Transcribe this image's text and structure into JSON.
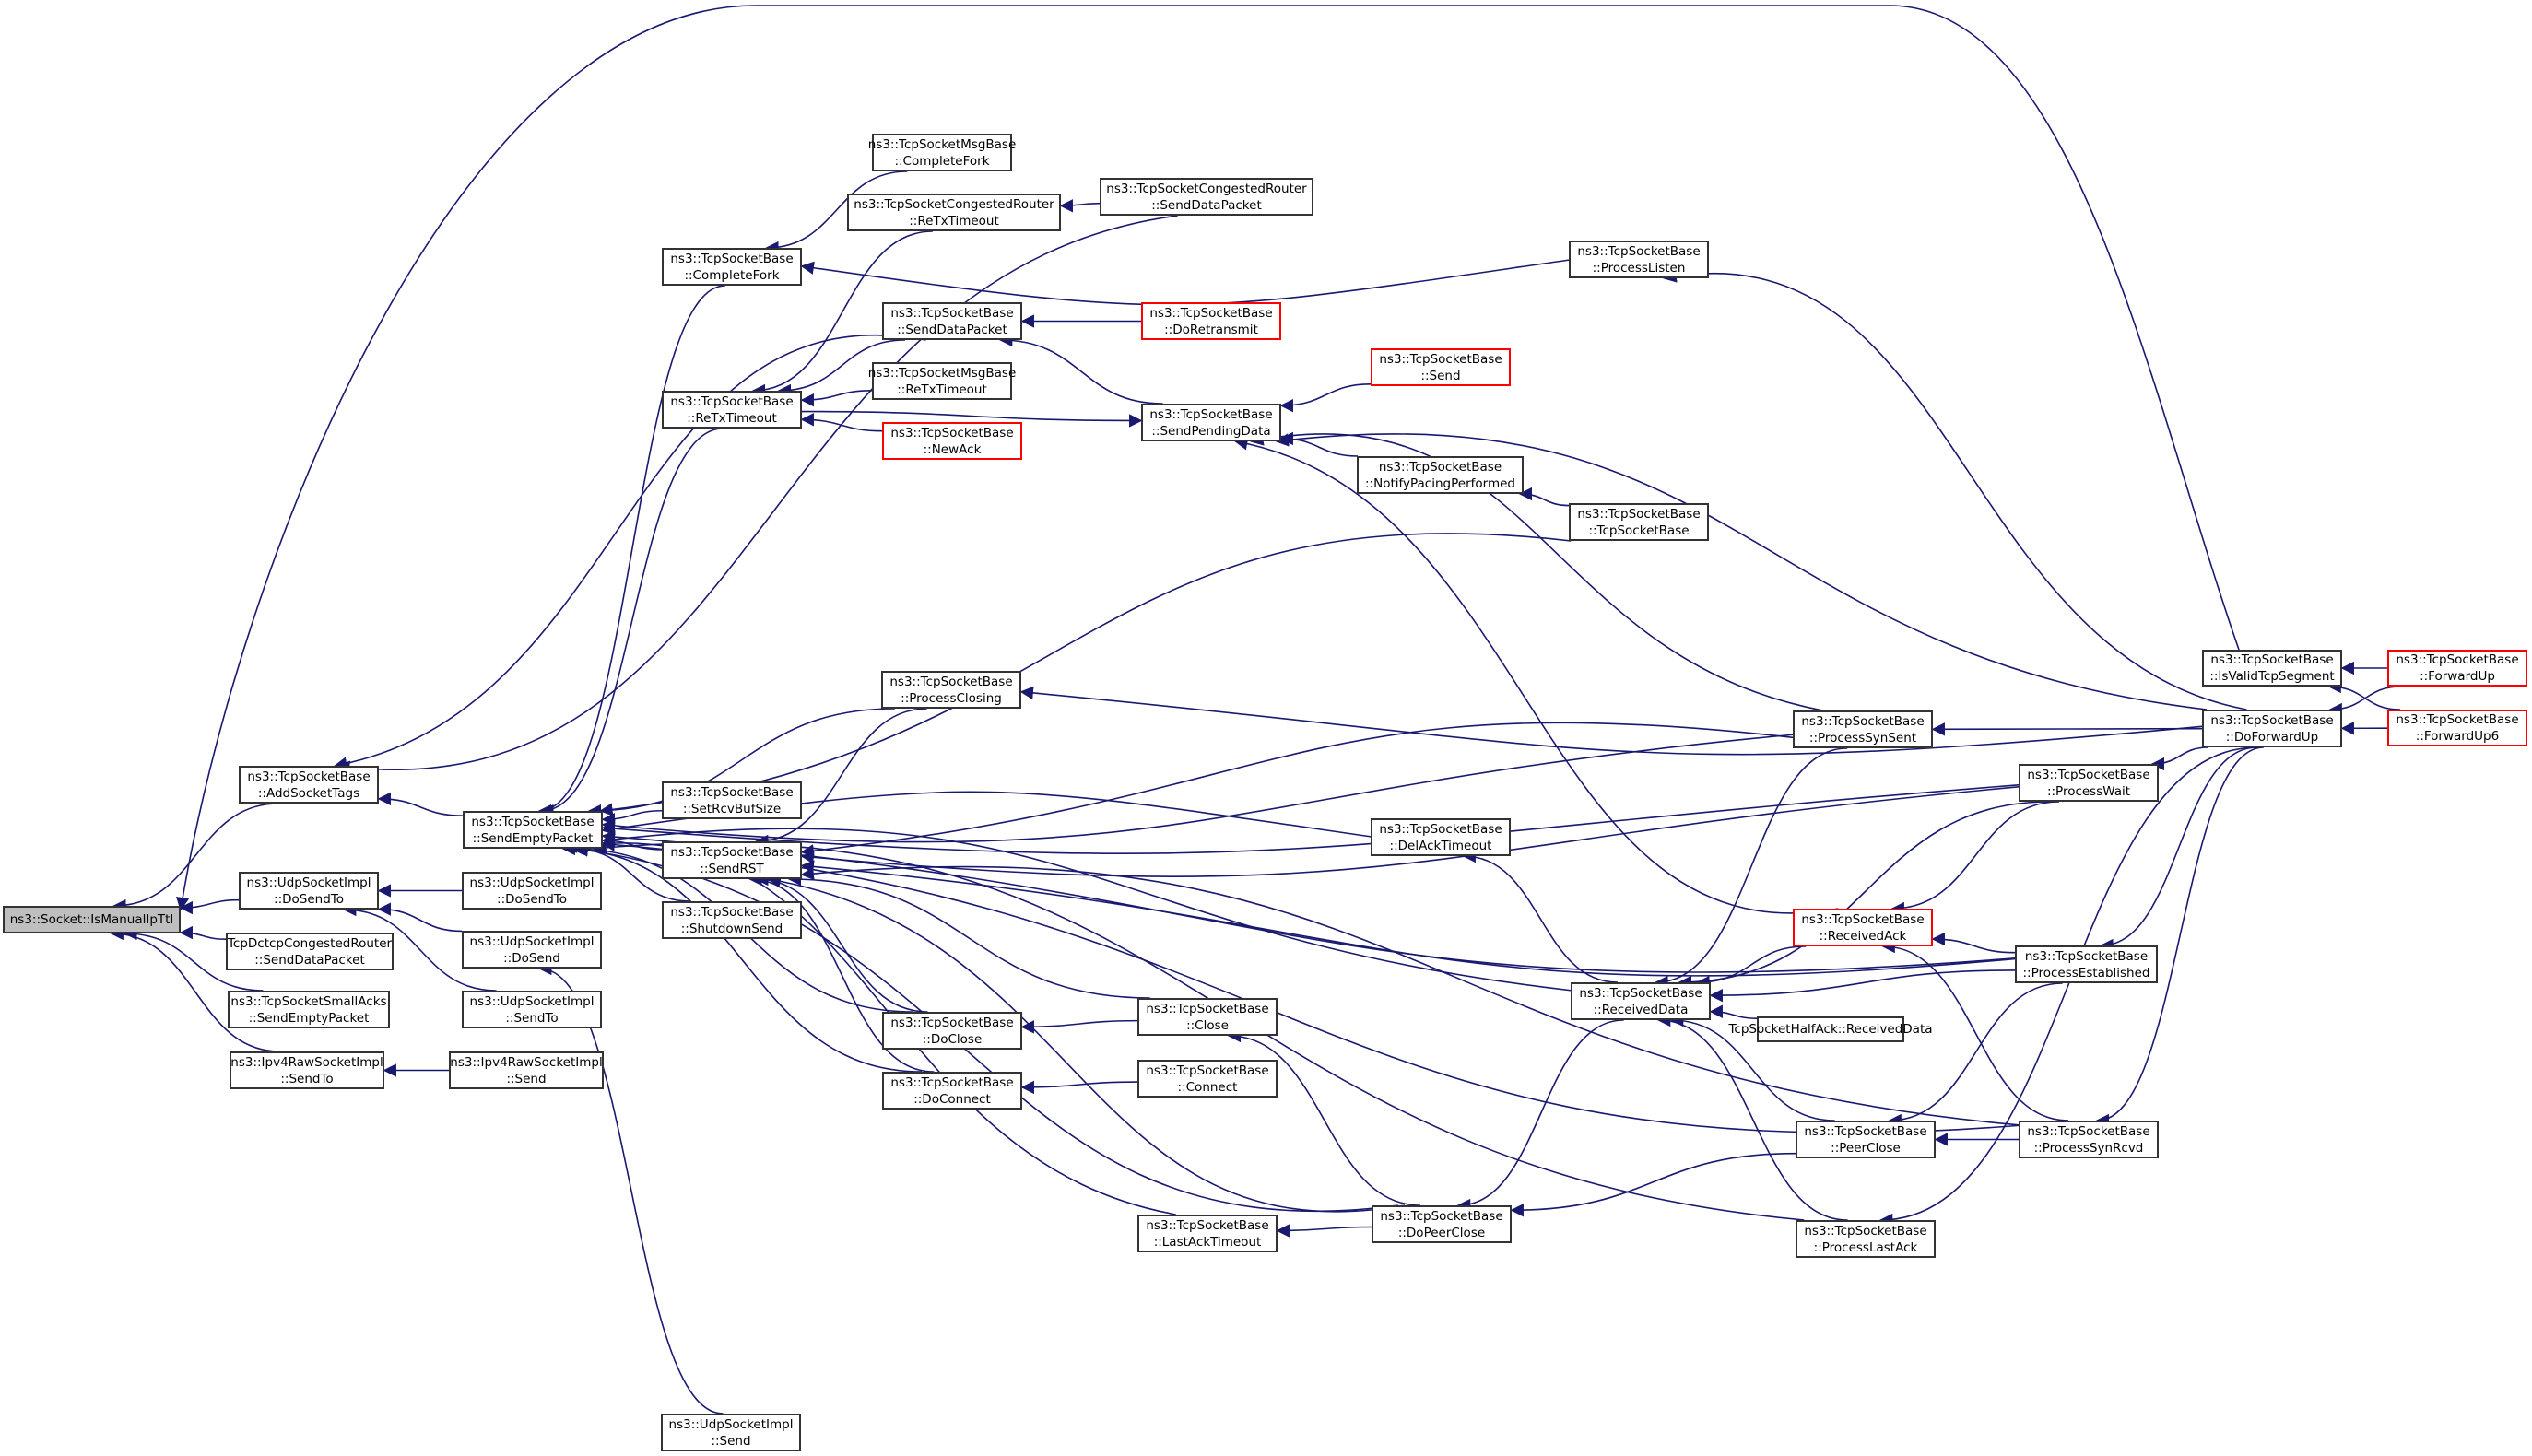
{
  "graph": {
    "title": "ns3::Socket::IsManualIpTtl caller graph",
    "edge_color": "#191970",
    "root_fill": "#bfbfbf",
    "truncated_border_color": "#ff0000",
    "nodes": [
      {
        "id": "root",
        "lines": [
          "ns3::Socket::IsManualIpTtl"
        ],
        "style": "root"
      },
      {
        "id": "addSocketTags",
        "lines": [
          "ns3::TcpSocketBase",
          "::AddSocketTags"
        ]
      },
      {
        "id": "udpDoSendTo1",
        "lines": [
          "ns3::UdpSocketImpl",
          "::DoSendTo"
        ]
      },
      {
        "id": "dctcpSendData",
        "lines": [
          "TcpDctcpCongestedRouter",
          "::SendDataPacket"
        ]
      },
      {
        "id": "smallAcksSendEmpty",
        "lines": [
          "ns3::TcpSocketSmallAcks",
          "::SendEmptyPacket"
        ]
      },
      {
        "id": "ipv4RawSendTo",
        "lines": [
          "ns3::Ipv4RawSocketImpl",
          "::SendTo"
        ]
      },
      {
        "id": "sendEmptyPacket",
        "lines": [
          "ns3::TcpSocketBase",
          "::SendEmptyPacket"
        ]
      },
      {
        "id": "udpDoSendTo2",
        "lines": [
          "ns3::UdpSocketImpl",
          "::DoSendTo"
        ]
      },
      {
        "id": "udpDoSend",
        "lines": [
          "ns3::UdpSocketImpl",
          "::DoSend"
        ]
      },
      {
        "id": "udpSendTo",
        "lines": [
          "ns3::UdpSocketImpl",
          "::SendTo"
        ]
      },
      {
        "id": "ipv4RawSend",
        "lines": [
          "ns3::Ipv4RawSocketImpl",
          "::Send"
        ]
      },
      {
        "id": "udpSend",
        "lines": [
          "ns3::UdpSocketImpl",
          "::Send"
        ]
      },
      {
        "id": "completeFork",
        "lines": [
          "ns3::TcpSocketBase",
          "::CompleteFork"
        ]
      },
      {
        "id": "reTxTimeout",
        "lines": [
          "ns3::TcpSocketBase",
          "::ReTxTimeout"
        ]
      },
      {
        "id": "setRcvBufSize",
        "lines": [
          "ns3::TcpSocketBase",
          "::SetRcvBufSize"
        ]
      },
      {
        "id": "sendRST",
        "lines": [
          "ns3::TcpSocketBase",
          "::SendRST"
        ]
      },
      {
        "id": "shutdownSend",
        "lines": [
          "ns3::TcpSocketBase",
          "::ShutdownSend"
        ]
      },
      {
        "id": "msgCompleteFork",
        "lines": [
          "ns3::TcpSocketMsgBase",
          "::CompleteFork"
        ]
      },
      {
        "id": "congReTxTimeout",
        "lines": [
          "ns3::TcpSocketCongestedRouter",
          "::ReTxTimeout"
        ]
      },
      {
        "id": "sendDataPacket",
        "lines": [
          "ns3::TcpSocketBase",
          "::SendDataPacket"
        ]
      },
      {
        "id": "msgReTxTimeout",
        "lines": [
          "ns3::TcpSocketMsgBase",
          "::ReTxTimeout"
        ]
      },
      {
        "id": "newAck",
        "lines": [
          "ns3::TcpSocketBase",
          "::NewAck"
        ],
        "style": "red"
      },
      {
        "id": "processClosing",
        "lines": [
          "ns3::TcpSocketBase",
          "::ProcessClosing"
        ]
      },
      {
        "id": "doClose",
        "lines": [
          "ns3::TcpSocketBase",
          "::DoClose"
        ]
      },
      {
        "id": "doConnect",
        "lines": [
          "ns3::TcpSocketBase",
          "::DoConnect"
        ]
      },
      {
        "id": "congSendDataPacket",
        "lines": [
          "ns3::TcpSocketCongestedRouter",
          "::SendDataPacket"
        ]
      },
      {
        "id": "doRetransmit",
        "lines": [
          "ns3::TcpSocketBase",
          "::DoRetransmit"
        ],
        "style": "red"
      },
      {
        "id": "sendPendingData",
        "lines": [
          "ns3::TcpSocketBase",
          "::SendPendingData"
        ]
      },
      {
        "id": "close",
        "lines": [
          "ns3::TcpSocketBase",
          "::Close"
        ]
      },
      {
        "id": "connect",
        "lines": [
          "ns3::TcpSocketBase",
          "::Connect"
        ]
      },
      {
        "id": "lastAckTimeout",
        "lines": [
          "ns3::TcpSocketBase",
          "::LastAckTimeout"
        ]
      },
      {
        "id": "send",
        "lines": [
          "ns3::TcpSocketBase",
          "::Send"
        ],
        "style": "red"
      },
      {
        "id": "notifyPacing",
        "lines": [
          "ns3::TcpSocketBase",
          "::NotifyPacingPerformed"
        ]
      },
      {
        "id": "delAckTimeout",
        "lines": [
          "ns3::TcpSocketBase",
          "::DelAckTimeout"
        ]
      },
      {
        "id": "doPeerClose",
        "lines": [
          "ns3::TcpSocketBase",
          "::DoPeerClose"
        ]
      },
      {
        "id": "processListen",
        "lines": [
          "ns3::TcpSocketBase",
          "::ProcessListen"
        ]
      },
      {
        "id": "ctor",
        "lines": [
          "ns3::TcpSocketBase",
          "::TcpSocketBase"
        ]
      },
      {
        "id": "receivedData",
        "lines": [
          "ns3::TcpSocketBase",
          "::ReceivedData"
        ]
      },
      {
        "id": "halfAckReceivedData",
        "lines": [
          "TcpSocketHalfAck::ReceivedData"
        ]
      },
      {
        "id": "processSynSent",
        "lines": [
          "ns3::TcpSocketBase",
          "::ProcessSynSent"
        ]
      },
      {
        "id": "processWait",
        "lines": [
          "ns3::TcpSocketBase",
          "::ProcessWait"
        ]
      },
      {
        "id": "receivedAck",
        "lines": [
          "ns3::TcpSocketBase",
          "::ReceivedAck"
        ],
        "style": "red"
      },
      {
        "id": "processEstablished",
        "lines": [
          "ns3::TcpSocketBase",
          "::ProcessEstablished"
        ]
      },
      {
        "id": "peerClose",
        "lines": [
          "ns3::TcpSocketBase",
          "::PeerClose"
        ]
      },
      {
        "id": "processSynRcvd",
        "lines": [
          "ns3::TcpSocketBase",
          "::ProcessSynRcvd"
        ]
      },
      {
        "id": "processLastAck",
        "lines": [
          "ns3::TcpSocketBase",
          "::ProcessLastAck"
        ]
      },
      {
        "id": "isValidTcpSegment",
        "lines": [
          "ns3::TcpSocketBase",
          "::IsValidTcpSegment"
        ]
      },
      {
        "id": "doForwardUp",
        "lines": [
          "ns3::TcpSocketBase",
          "::DoForwardUp"
        ]
      },
      {
        "id": "forwardUp",
        "lines": [
          "ns3::TcpSocketBase",
          "::ForwardUp"
        ],
        "style": "red"
      },
      {
        "id": "forwardUp6",
        "lines": [
          "ns3::TcpSocketBase",
          "::ForwardUp6"
        ],
        "style": "red"
      }
    ],
    "edges": [
      [
        "addSocketTags",
        "root"
      ],
      [
        "udpDoSendTo1",
        "root"
      ],
      [
        "dctcpSendData",
        "root"
      ],
      [
        "smallAcksSendEmpty",
        "root"
      ],
      [
        "ipv4RawSendTo",
        "root"
      ],
      [
        "isValidTcpSegment",
        "root"
      ],
      [
        "sendDataPacket",
        "addSocketTags"
      ],
      [
        "congSendDataPacket",
        "addSocketTags"
      ],
      [
        "sendEmptyPacket",
        "addSocketTags"
      ],
      [
        "udpDoSendTo2",
        "udpDoSendTo1"
      ],
      [
        "udpDoSend",
        "udpDoSendTo1"
      ],
      [
        "udpSendTo",
        "udpDoSendTo1"
      ],
      [
        "ipv4RawSend",
        "ipv4RawSendTo"
      ],
      [
        "udpSend",
        "udpDoSend"
      ],
      [
        "completeFork",
        "sendEmptyPacket"
      ],
      [
        "reTxTimeout",
        "sendEmptyPacket"
      ],
      [
        "setRcvBufSize",
        "sendEmptyPacket"
      ],
      [
        "sendRST",
        "sendEmptyPacket"
      ],
      [
        "shutdownSend",
        "sendEmptyPacket"
      ],
      [
        "processClosing",
        "sendEmptyPacket"
      ],
      [
        "doClose",
        "sendEmptyPacket"
      ],
      [
        "doConnect",
        "sendEmptyPacket"
      ],
      [
        "ctor",
        "sendEmptyPacket"
      ],
      [
        "processSynSent",
        "sendEmptyPacket"
      ],
      [
        "delAckTimeout",
        "sendEmptyPacket"
      ],
      [
        "processWait",
        "sendEmptyPacket"
      ],
      [
        "lastAckTimeout",
        "sendEmptyPacket"
      ],
      [
        "doPeerClose",
        "sendEmptyPacket"
      ],
      [
        "receivedData",
        "sendEmptyPacket"
      ],
      [
        "processEstablished",
        "sendEmptyPacket"
      ],
      [
        "processLastAck",
        "sendEmptyPacket"
      ],
      [
        "processSynRcvd",
        "sendEmptyPacket"
      ],
      [
        "msgCompleteFork",
        "completeFork"
      ],
      [
        "processListen",
        "completeFork"
      ],
      [
        "congReTxTimeout",
        "reTxTimeout"
      ],
      [
        "sendDataPacket",
        "reTxTimeout"
      ],
      [
        "msgReTxTimeout",
        "reTxTimeout"
      ],
      [
        "newAck",
        "reTxTimeout"
      ],
      [
        "reTxTimeout",
        "sendPendingData"
      ],
      [
        "congSendDataPacket",
        "congReTxTimeout"
      ],
      [
        "doRetransmit",
        "sendDataPacket"
      ],
      [
        "sendPendingData",
        "sendDataPacket"
      ],
      [
        "send",
        "sendPendingData"
      ],
      [
        "notifyPacing",
        "sendPendingData"
      ],
      [
        "processSynSent",
        "sendPendingData"
      ],
      [
        "receivedAck",
        "sendPendingData"
      ],
      [
        "doForwardUp",
        "sendPendingData"
      ],
      [
        "ctor",
        "notifyPacing"
      ],
      [
        "doForwardUp",
        "processListen"
      ],
      [
        "doForwardUp",
        "processClosing"
      ],
      [
        "doForwardUp",
        "processSynSent"
      ],
      [
        "doForwardUp",
        "processWait"
      ],
      [
        "doForwardUp",
        "processEstablished"
      ],
      [
        "doForwardUp",
        "processSynRcvd"
      ],
      [
        "doForwardUp",
        "processLastAck"
      ],
      [
        "processClosing",
        "sendRST"
      ],
      [
        "processSynSent",
        "sendRST"
      ],
      [
        "processWait",
        "sendRST"
      ],
      [
        "doClose",
        "sendRST"
      ],
      [
        "doConnect",
        "sendRST"
      ],
      [
        "close",
        "sendRST"
      ],
      [
        "processEstablished",
        "sendRST"
      ],
      [
        "processSynRcvd",
        "sendRST"
      ],
      [
        "doPeerClose",
        "sendRST"
      ],
      [
        "close",
        "doClose"
      ],
      [
        "connect",
        "doConnect"
      ],
      [
        "doPeerClose",
        "lastAckTimeout"
      ],
      [
        "doPeerClose",
        "close"
      ],
      [
        "receivedData",
        "delAckTimeout"
      ],
      [
        "receivedData",
        "doPeerClose"
      ],
      [
        "peerClose",
        "doPeerClose"
      ],
      [
        "processSynSent",
        "receivedData"
      ],
      [
        "processWait",
        "receivedData"
      ],
      [
        "receivedAck",
        "receivedData"
      ],
      [
        "processEstablished",
        "receivedData"
      ],
      [
        "halfAckReceivedData",
        "receivedData"
      ],
      [
        "peerClose",
        "receivedData"
      ],
      [
        "processLastAck",
        "receivedData"
      ],
      [
        "processSynRcvd",
        "peerClose"
      ],
      [
        "processEstablished",
        "peerClose"
      ],
      [
        "processWait",
        "receivedAck"
      ],
      [
        "processEstablished",
        "receivedAck"
      ],
      [
        "processSynRcvd",
        "receivedAck"
      ],
      [
        "forwardUp",
        "isValidTcpSegment"
      ],
      [
        "forwardUp6",
        "isValidTcpSegment"
      ],
      [
        "forwardUp",
        "doForwardUp"
      ],
      [
        "forwardUp6",
        "doForwardUp"
      ]
    ]
  }
}
